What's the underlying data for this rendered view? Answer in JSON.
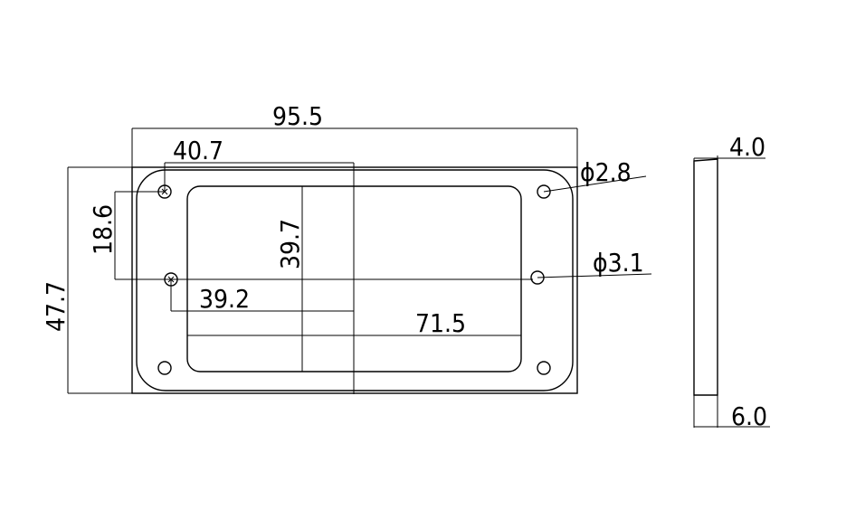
{
  "drawing": {
    "dimensions": {
      "overall_width": "95.5",
      "hole_offset_top": "40.7",
      "hole_spacing_vertical": "18.6",
      "overall_height": "47.7",
      "opening_height": "39.7",
      "hole_offset_bottom": "39.2",
      "opening_width": "71.5",
      "hole_dia_small": "ϕ2.8",
      "hole_dia_large": "ϕ3.1",
      "thickness_top": "4.0",
      "thickness_bottom": "6.0"
    }
  }
}
